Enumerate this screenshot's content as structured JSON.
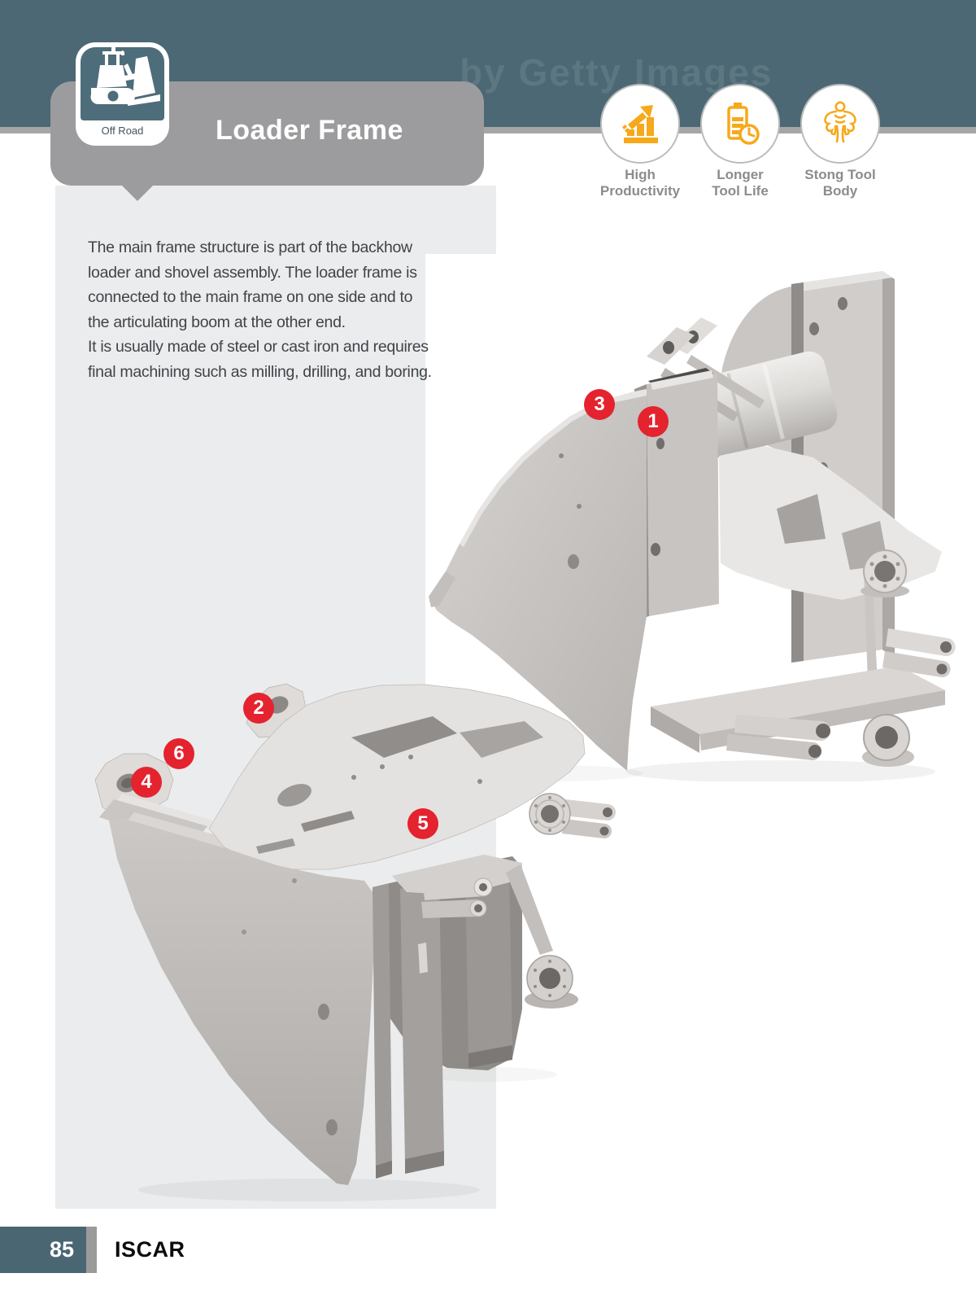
{
  "header": {
    "watermark": "by Getty Images",
    "category": {
      "label": "Off Road",
      "icon": "bulldozer-icon"
    },
    "title": "Loader Frame"
  },
  "benefits": [
    {
      "icon": "productivity-chart-arrow-icon",
      "label": "High\nProductivity"
    },
    {
      "icon": "battery-clock-icon",
      "label": "Longer\nTool Life"
    },
    {
      "icon": "strong-body-icon",
      "label": "Stong Tool\nBody"
    }
  ],
  "description": "The main frame structure is part of the backhow\nloader and shovel assembly. The loader frame is\nconnected to the main frame on one side and to\nthe articulating boom at the other end.\nIt is usually made of steel or cast iron and requires\nfinal machining such as milling, drilling, and boring.",
  "callouts": [
    {
      "label": "1"
    },
    {
      "label": "2"
    },
    {
      "label": "3"
    },
    {
      "label": "4"
    },
    {
      "label": "5"
    },
    {
      "label": "6"
    }
  ],
  "footer": {
    "page_number": "85",
    "brand": "ISCAR"
  },
  "colors": {
    "header_teal": "#4b6874",
    "footer_teal": "#4a6673",
    "banner_gray": "#9c9c9e",
    "panel_gray": "#ebeced",
    "accent_red": "#e4232e",
    "icon_amber": "#f6a91a",
    "label_gray": "#8c8c8c"
  }
}
